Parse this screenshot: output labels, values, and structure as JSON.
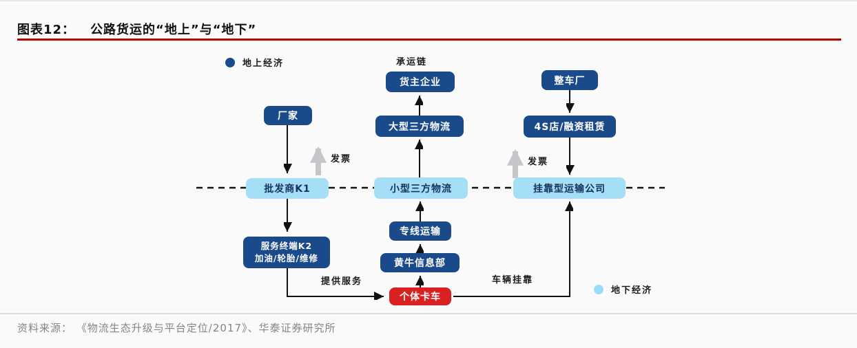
{
  "header": {
    "figure_label": "图表12：",
    "title": "公路货运的“地上”与“地下”"
  },
  "legend": {
    "above_ground": {
      "label": "地上经济",
      "color": "#1a4a8f"
    },
    "under_ground": {
      "label": "地下经济",
      "color": "#9adcf5"
    }
  },
  "diagram": {
    "top_label": "承运链",
    "colors": {
      "dark_blue_box": "#1b4a8b",
      "light_blue_box": "#a5dff7",
      "red_box": "#d92121",
      "gray_arrow": "#c6c6ca"
    },
    "nodes": {
      "factory": "厂家",
      "wholesaler_k1": "批发商K1",
      "service_terminal_line1": "服务终端K2",
      "service_terminal_line2": "加油/轮胎/维修",
      "shipper": "货主企业",
      "large_3pl": "大型三方物流",
      "small_3pl": "小型三方物流",
      "dedicated_line": "专线运输",
      "scalper_info": "黄牛信息部",
      "individual_truck": "个体卡车",
      "vehicle_factory": "整车厂",
      "s4_store": "4S店/融资租赁",
      "affiliated_transport": "挂靠型运输公司"
    },
    "edge_labels": {
      "invoice_left": "发票",
      "invoice_right": "发票",
      "provide_service": "提供服务",
      "vehicle_affiliation": "车辆挂靠"
    }
  },
  "footer": {
    "source": "资料来源：  《物流生态升级与平台定位/2017》、华泰证券研究所"
  }
}
